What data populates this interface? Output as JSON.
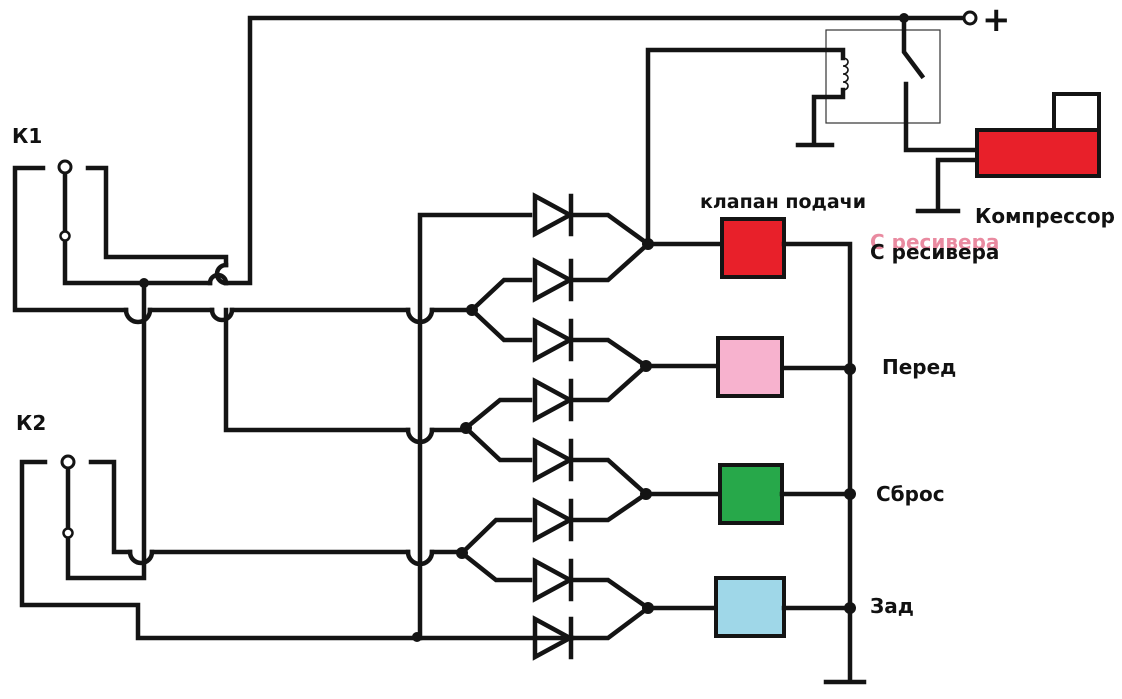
{
  "labels": {
    "k1": "К1",
    "k2": "К2",
    "plus": "+",
    "valve_supply": "клапан подачи",
    "compressor": "Компрессор",
    "from_receiver": "С ресивера",
    "watermark": "С ресивера",
    "front": "Перед",
    "reset": "Сброс",
    "rear": "Зад"
  },
  "colors": {
    "wire": "#141414",
    "valve_supply": "#e8202a",
    "valve_front": "#f7b2ce",
    "valve_reset": "#27a84a",
    "valve_rear": "#9fd7e8",
    "compressor": "#e8202a",
    "watermark": "#e98aa0"
  },
  "icons": [
    "diode-icon",
    "relay-coil-icon",
    "relay-switch-icon",
    "ground-icon",
    "terminal-icon",
    "toggle-switch-icon"
  ]
}
